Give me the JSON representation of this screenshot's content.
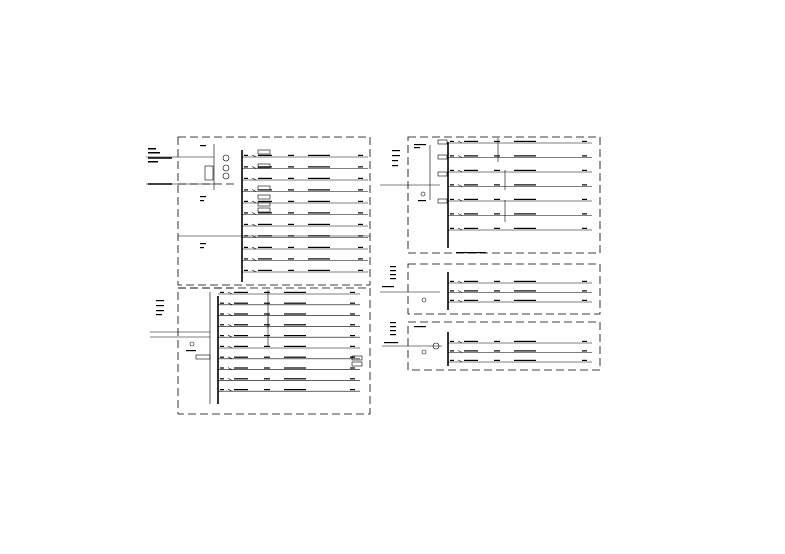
{
  "drawing": {
    "panels": [
      {
        "id": "panel-top-left",
        "circuits": 11
      },
      {
        "id": "panel-bottom-left",
        "circuits": 10
      },
      {
        "id": "panel-top-right",
        "circuits": 7
      },
      {
        "id": "panel-mid-right",
        "circuits": 3
      },
      {
        "id": "panel-bottom-right",
        "circuits": 3
      }
    ]
  }
}
